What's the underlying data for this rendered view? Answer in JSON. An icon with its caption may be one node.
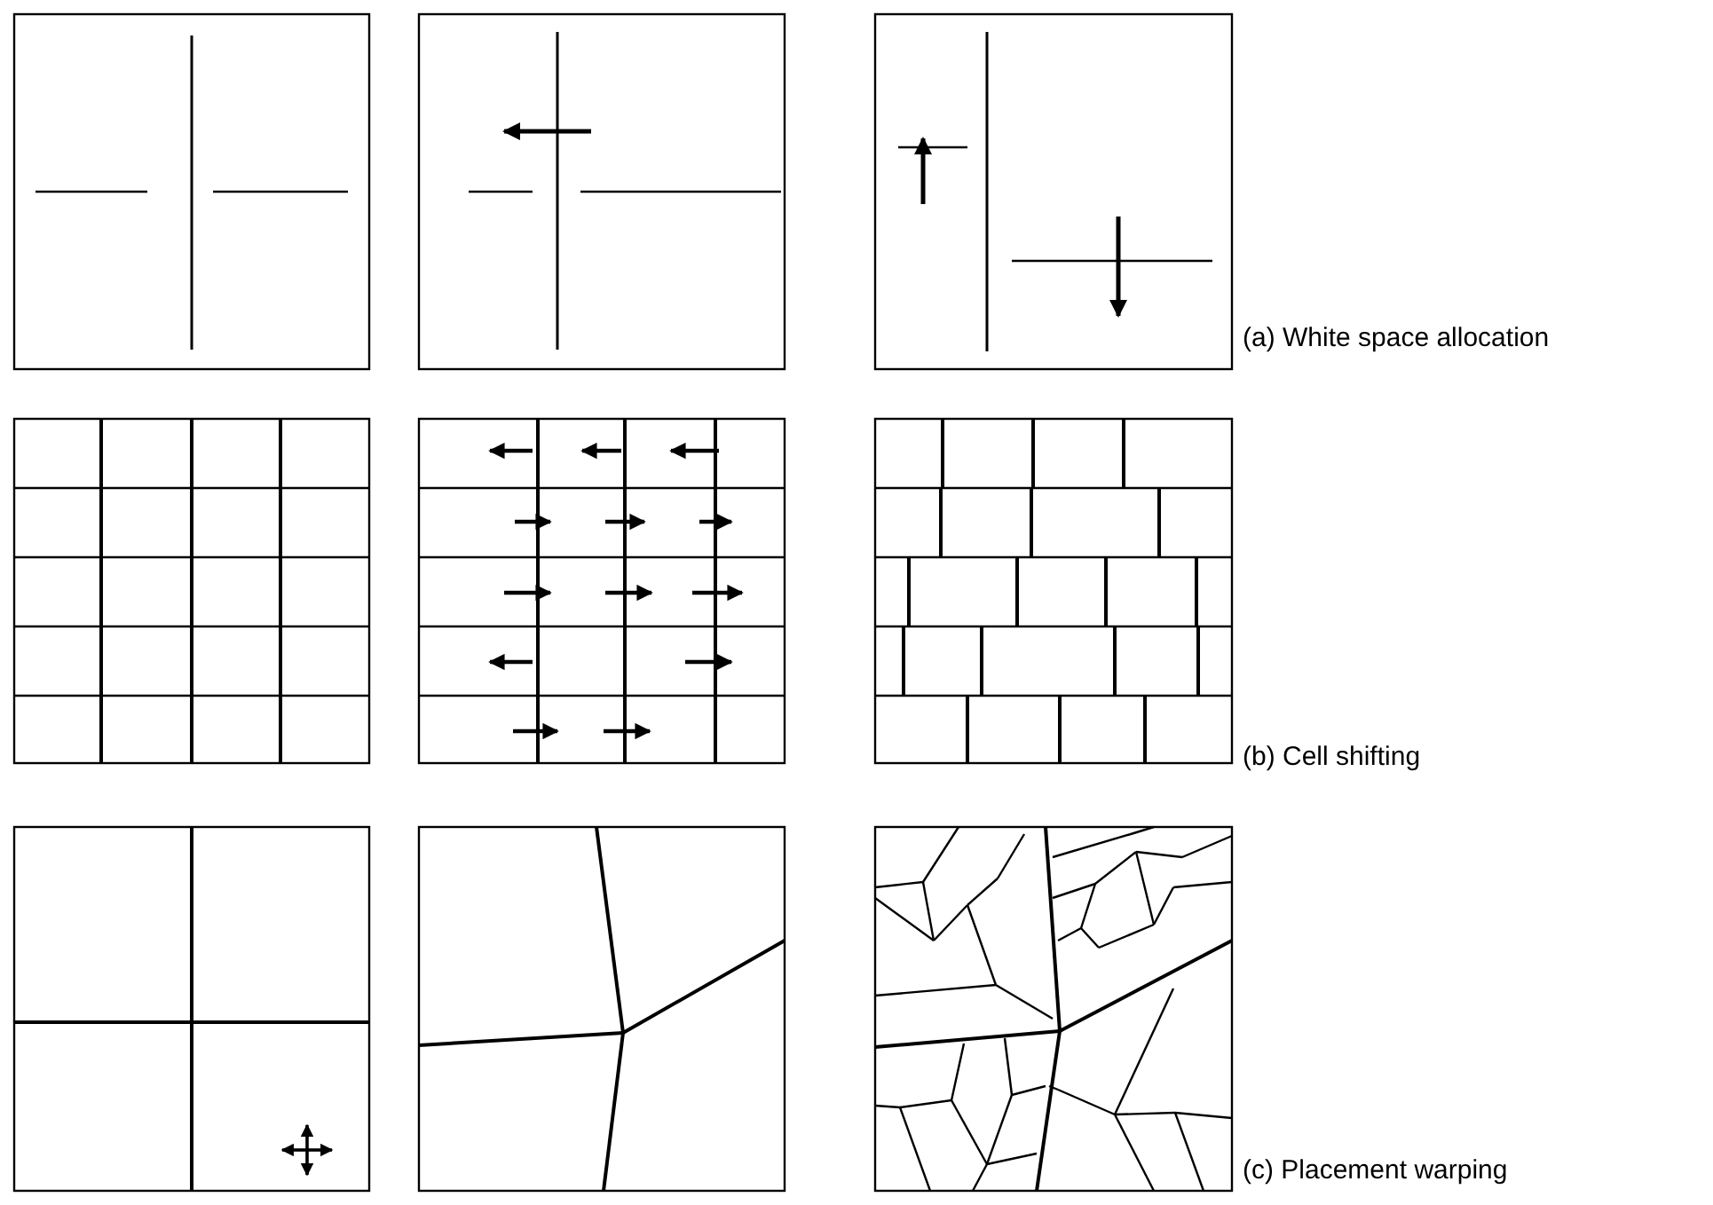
{
  "diagram": {
    "labels": [
      "(a) White space allocation",
      "(b) Cell shifting",
      "(c) Placement warping"
    ]
  }
}
